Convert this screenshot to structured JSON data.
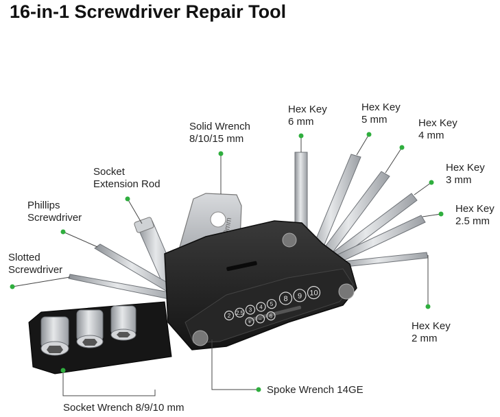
{
  "title": "16-in-1 Screwdriver Repair Tool",
  "labels": {
    "hex6": [
      "Hex Key",
      "6 mm"
    ],
    "hex5": [
      "Hex Key",
      "5 mm"
    ],
    "hex4": [
      "Hex Key",
      "4 mm"
    ],
    "hex3": [
      "Hex Key",
      "3 mm"
    ],
    "hex25": [
      "Hex Key",
      "2.5 mm"
    ],
    "hex2": [
      "Hex Key",
      "2 mm"
    ],
    "solid": [
      "Solid Wrench",
      "8/10/15 mm"
    ],
    "socketExt": [
      "Socket",
      "Extension Rod"
    ],
    "phillips": [
      "Phillips",
      "Screwdriver"
    ],
    "slotted": [
      "Slotted",
      "Screwdriver"
    ],
    "spoke": [
      "Spoke Wrench 14GE"
    ],
    "socketWrench": [
      "Socket Wrench 8/9/10 mm"
    ]
  },
  "engraving": {
    "wrench_marks": [
      "15mm",
      "10mm"
    ],
    "spoke_sizes": [
      "2",
      "2.5",
      "3",
      "4",
      "5",
      "8",
      "9",
      "10"
    ],
    "spoke_symbols": [
      "+",
      "−",
      "6"
    ]
  },
  "colors": {
    "accent_dot": "#2fae3e",
    "leader_line": "#444444",
    "body": "#1f1f1f",
    "metal": "#b9bcc0"
  }
}
